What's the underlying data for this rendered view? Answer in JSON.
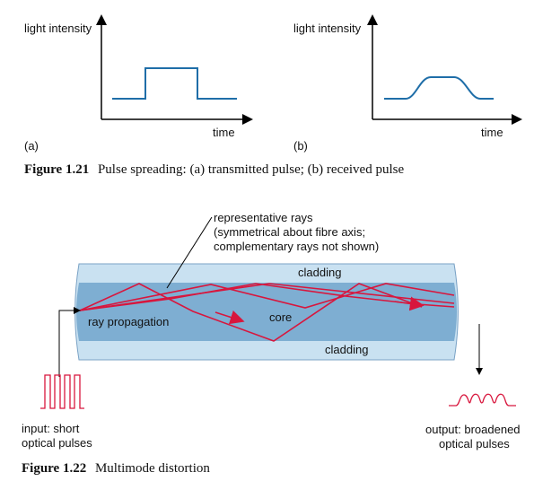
{
  "figure_1_21": {
    "left_plot": {
      "y_label": "light intensity",
      "x_label": "time",
      "panel_label": "(a)"
    },
    "right_plot": {
      "y_label": "light intensity",
      "x_label": "time",
      "panel_label": "(b)"
    },
    "caption_number": "Figure 1.21",
    "caption_text": "Pulse spreading: (a) transmitted pulse; (b) received pulse"
  },
  "figure_1_22": {
    "annotation_lines": [
      "representative rays",
      "(symmetrical about fibre axis;",
      "complementary rays not shown)"
    ],
    "cladding_top": "cladding",
    "cladding_bottom": "cladding",
    "core_label": "core",
    "ray_label": "ray propagation",
    "input_lines": [
      "input: short",
      "optical pulses"
    ],
    "output_lines": [
      "output: broadened",
      "optical pulses"
    ],
    "caption_number": "Figure 1.22",
    "caption_text": "Multimode distortion"
  },
  "colors": {
    "pulse_line": "#1f6ea8",
    "cladding": "#c9e1f1",
    "core": "#7eaed2",
    "ray": "#d8163d",
    "axis": "#000000"
  }
}
